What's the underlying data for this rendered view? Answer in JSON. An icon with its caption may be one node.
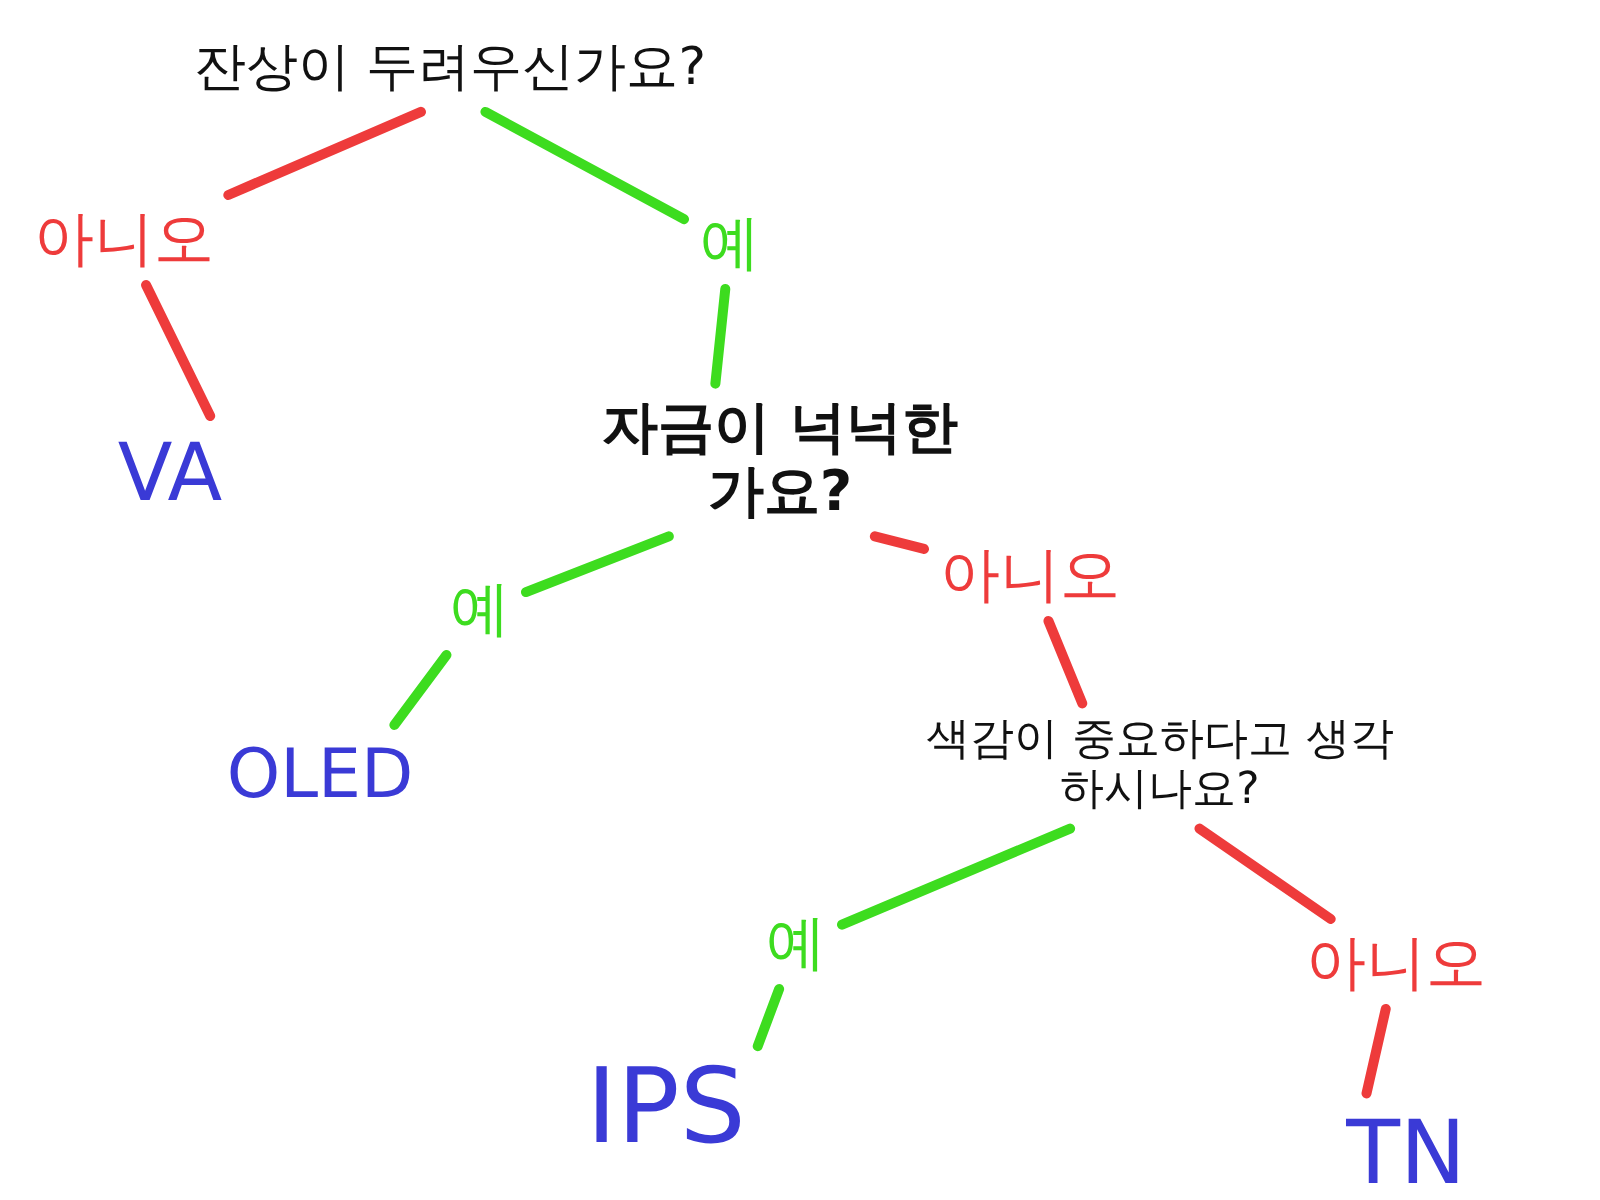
{
  "diagram": {
    "nodes": [
      {
        "text": [
          "잔상이 두려우신가요?"
        ]
      },
      {
        "text": [
          "VA"
        ]
      },
      {
        "text": [
          "자금이 넉넉한가요?"
        ]
      },
      {
        "text": [
          "OLED"
        ]
      },
      {
        "text": [
          "색감이 중요하다고 생각하시나요?"
        ]
      },
      {
        "text": [
          "IPS"
        ]
      },
      {
        "text": [
          "TN"
        ]
      }
    ],
    "edges": [
      {
        "from": 0,
        "to": 1,
        "arrow": "none",
        "label": "아니오",
        "color": "#ee3b3b"
      },
      {
        "from": 0,
        "to": 2,
        "arrow": "none",
        "label": "예",
        "color": "#3ddc1f"
      },
      {
        "from": 2,
        "to": 3,
        "arrow": "none",
        "label": "예",
        "color": "#3ddc1f"
      },
      {
        "from": 2,
        "to": 4,
        "arrow": "none",
        "label": "아니오",
        "color": "#ee3b3b"
      },
      {
        "from": 4,
        "to": 5,
        "arrow": "none",
        "label": "예",
        "color": "#3ddc1f"
      },
      {
        "from": 4,
        "to": 6,
        "arrow": "none",
        "label": "아니오",
        "color": "#ee3b3b"
      }
    ]
  }
}
